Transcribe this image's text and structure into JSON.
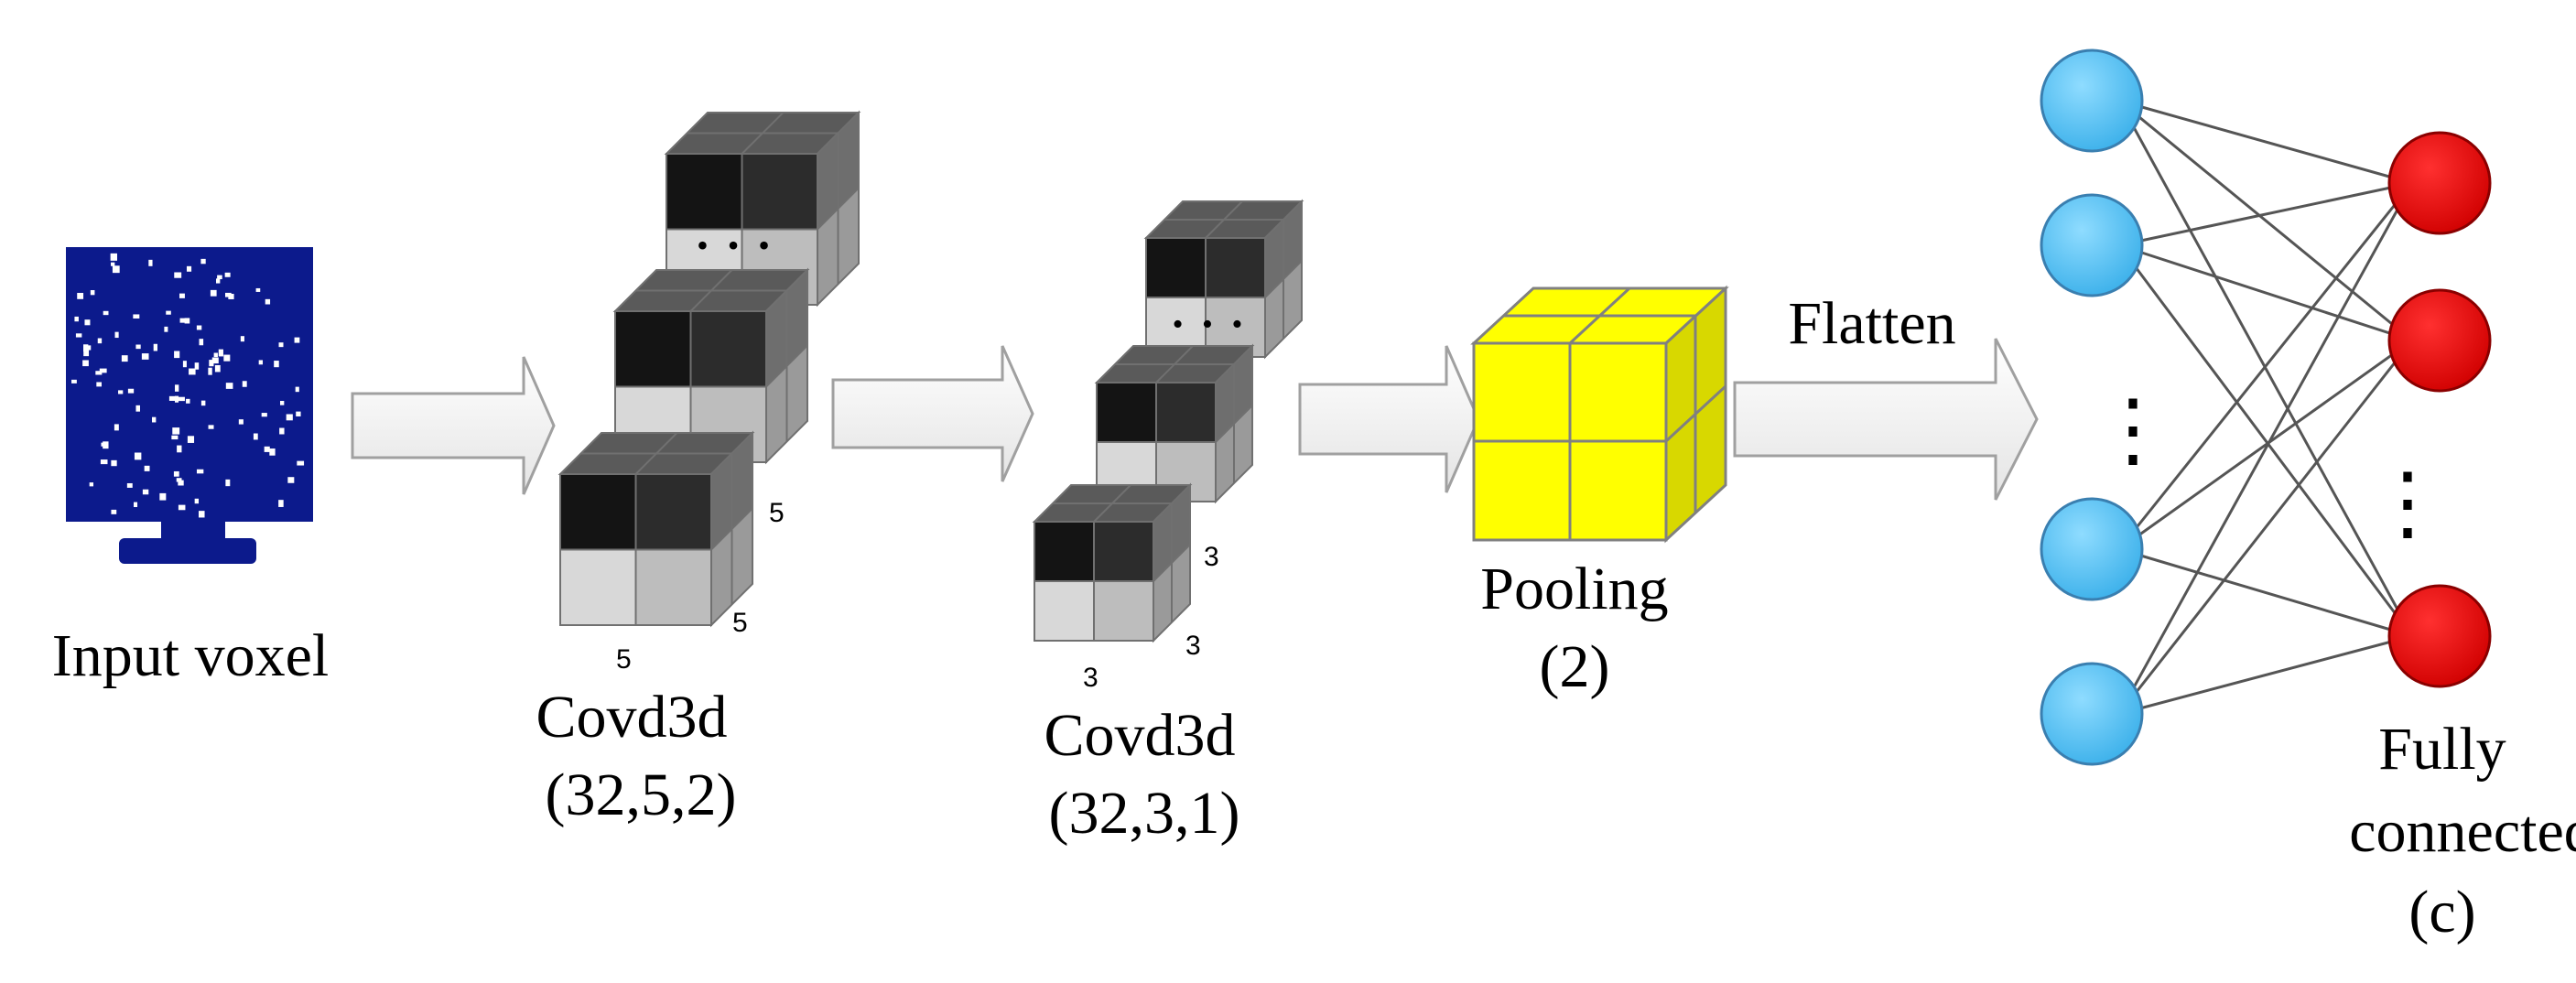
{
  "labels": {
    "input": "Input voxel",
    "conv1_name": "Covd3d",
    "conv1_params": "(32,5,2)",
    "conv2_name": "Covd3d",
    "conv2_params": "(32,3,1)",
    "pool_name": "Pooling",
    "pool_params": "(2)",
    "flatten": "Flatten",
    "fc_line1": "Fully",
    "fc_line2": "connected",
    "fc_line3": "(c)"
  },
  "dims": {
    "conv1_height": "5",
    "conv1_depth": "5",
    "conv1_width": "5",
    "conv2_height": "3",
    "conv2_depth": "3",
    "conv2_width": "3"
  },
  "ellipsis": {
    "stack": "• • •",
    "column": "⋮"
  },
  "colors": {
    "voxel": "#0c1a8c",
    "pool_cube": "#ffff00",
    "input_nodes": "#4fc3f7",
    "output_nodes": "#e00000",
    "arrow_fill": "#f0f0f0"
  },
  "network": {
    "input_node_count": 4,
    "output_node_count": 3
  }
}
